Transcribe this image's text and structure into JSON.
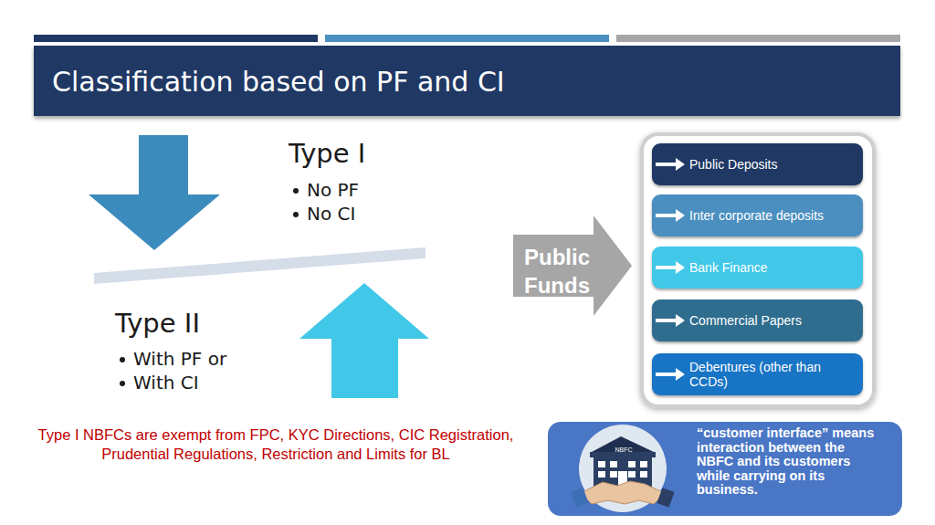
{
  "diagram": {
    "title": "Classification based on PF and CI",
    "nodes": [
      {
        "text": [
          "Public Funds"
        ]
      },
      {
        "text": [
          "Public Deposits"
        ]
      },
      {
        "text": [
          "Inter corporate deposits"
        ]
      },
      {
        "text": [
          "Bank Finance"
        ]
      },
      {
        "text": [
          "Commercial Papers"
        ]
      },
      {
        "text": [
          "Debentures (other than CCDs)"
        ]
      },
      {
        "text": [
          "“customer interface” means interaction between the NBFC and its customers while carrying on its business."
        ]
      }
    ],
    "labels": [
      "Type I",
      "No PF",
      "No CI",
      "Type II",
      "With PF or",
      "With CI",
      "Type I NBFCs are exempt from FPC, KYC Directions, CIC Registration, Prudential Regulations, Restriction and Limits for BL",
      "NBFC"
    ]
  }
}
